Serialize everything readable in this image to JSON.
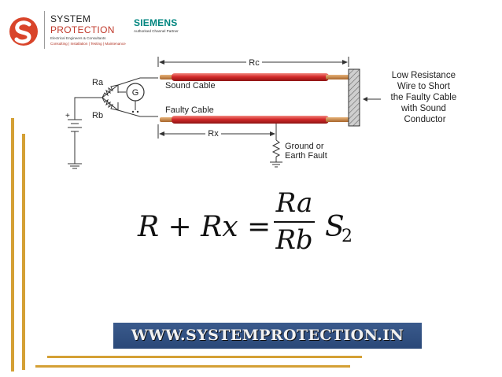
{
  "header": {
    "brand_line1": "SYSTEM",
    "brand_line2": "PROTECTION",
    "brand_tagline1": "Electrical Engineers & Consultants",
    "brand_tagline2": "Consulting | Installation | Testing | Maintenance",
    "partner_name": "SIEMENS",
    "partner_subtitle": "Authorised Channel Partner"
  },
  "diagram": {
    "label_ra": "Ra",
    "label_rb": "Rb",
    "label_g": "G",
    "label_rc": "Rc",
    "label_rx": "Rx",
    "sound_cable": "Sound Cable",
    "faulty_cable": "Faulty Cable",
    "plus": "+",
    "short_wire_lines": [
      "Low Resistance",
      "Wire to Short",
      "the Faulty Cable",
      "with Sound",
      "Conductor"
    ],
    "fault_lines": [
      "Ground or",
      "Earth Fault"
    ]
  },
  "formula": {
    "lhs": "R + Rx  =",
    "numerator": "Ra",
    "denominator": "Rb",
    "factor": "S",
    "factor_subscript": "2"
  },
  "website": "WWW.SYSTEMPROTECTION.IN",
  "colors": {
    "cable": "#d42a2a",
    "accent_gold": "#d4a035",
    "brand_red": "#c0392b",
    "siemens_teal": "#00857f",
    "banner_blue": "#33517f"
  }
}
